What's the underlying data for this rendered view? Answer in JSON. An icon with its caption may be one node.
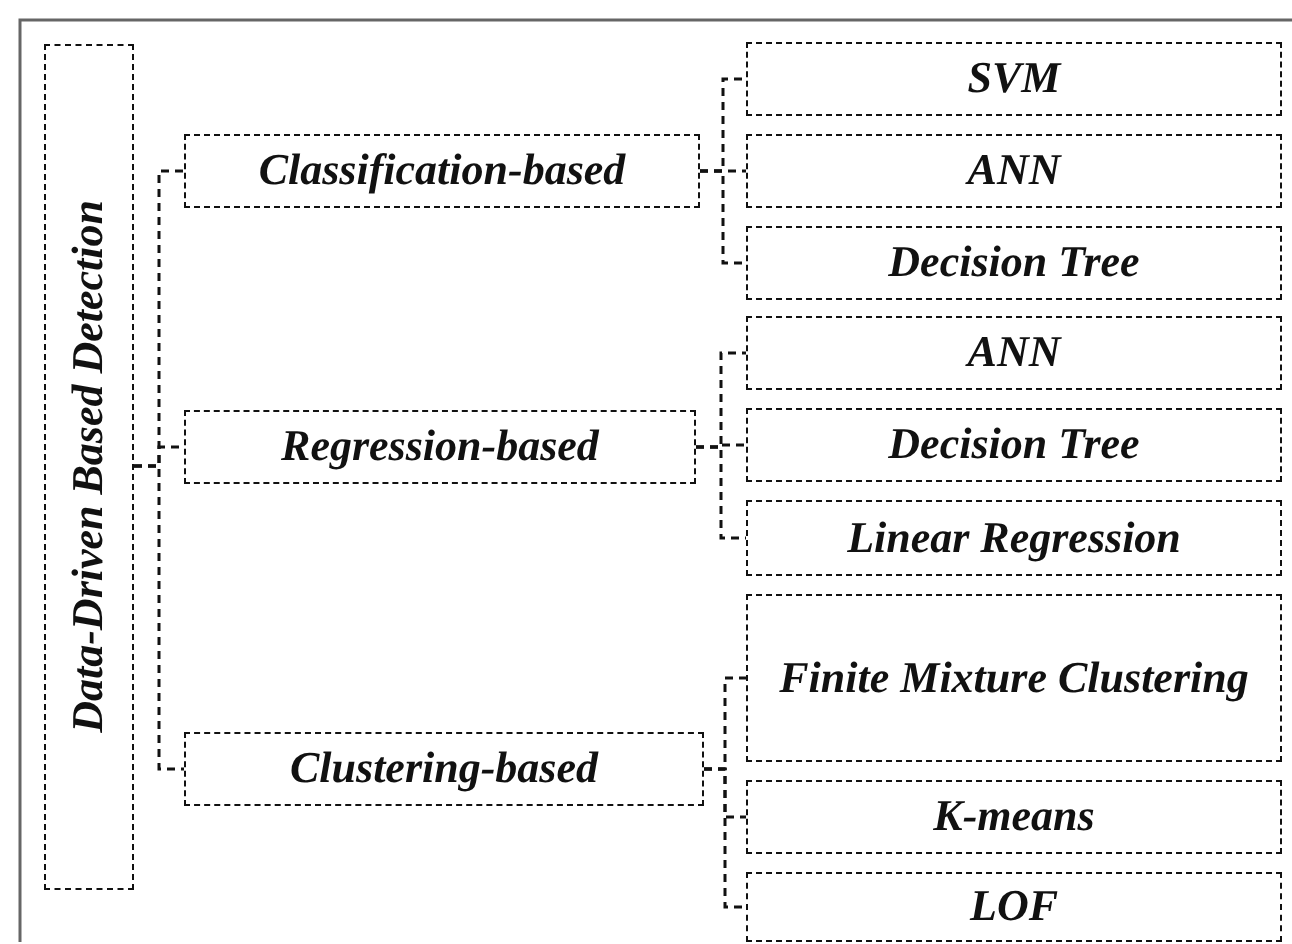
{
  "diagram": {
    "nodes": [
      {
        "text": [
          "Data-Driven Based Detection"
        ]
      },
      {
        "text": [
          "Classification-based"
        ]
      },
      {
        "text": [
          "SVM"
        ]
      },
      {
        "text": [
          "ANN"
        ]
      },
      {
        "text": [
          "Decision Tree"
        ]
      },
      {
        "text": [
          "Regression-based"
        ]
      },
      {
        "text": [
          "ANN"
        ]
      },
      {
        "text": [
          "Decision Tree"
        ]
      },
      {
        "text": [
          "Linear Regression"
        ]
      },
      {
        "text": [
          "Clustering-based"
        ]
      },
      {
        "text": [
          "Finite Mixture Clustering"
        ]
      },
      {
        "text": [
          "K-means"
        ]
      },
      {
        "text": [
          "LOF"
        ]
      }
    ],
    "edges": [
      {
        "from": 0,
        "to": 1,
        "arrow": "none",
        "style": "dashed"
      },
      {
        "from": 0,
        "to": 5,
        "arrow": "none",
        "style": "dashed"
      },
      {
        "from": 0,
        "to": 9,
        "arrow": "none",
        "style": "dashed"
      },
      {
        "from": 1,
        "to": 2,
        "arrow": "none",
        "style": "dashed"
      },
      {
        "from": 1,
        "to": 3,
        "arrow": "none",
        "style": "dashed"
      },
      {
        "from": 1,
        "to": 4,
        "arrow": "none",
        "style": "dashed"
      },
      {
        "from": 5,
        "to": 6,
        "arrow": "none",
        "style": "dashed"
      },
      {
        "from": 5,
        "to": 7,
        "arrow": "none",
        "style": "dashed"
      },
      {
        "from": 5,
        "to": 8,
        "arrow": "none",
        "style": "dashed"
      },
      {
        "from": 9,
        "to": 10,
        "arrow": "none",
        "style": "dashed"
      },
      {
        "from": 9,
        "to": 11,
        "arrow": "none",
        "style": "dashed"
      },
      {
        "from": 9,
        "to": 12,
        "arrow": "none",
        "style": "dashed"
      }
    ]
  }
}
